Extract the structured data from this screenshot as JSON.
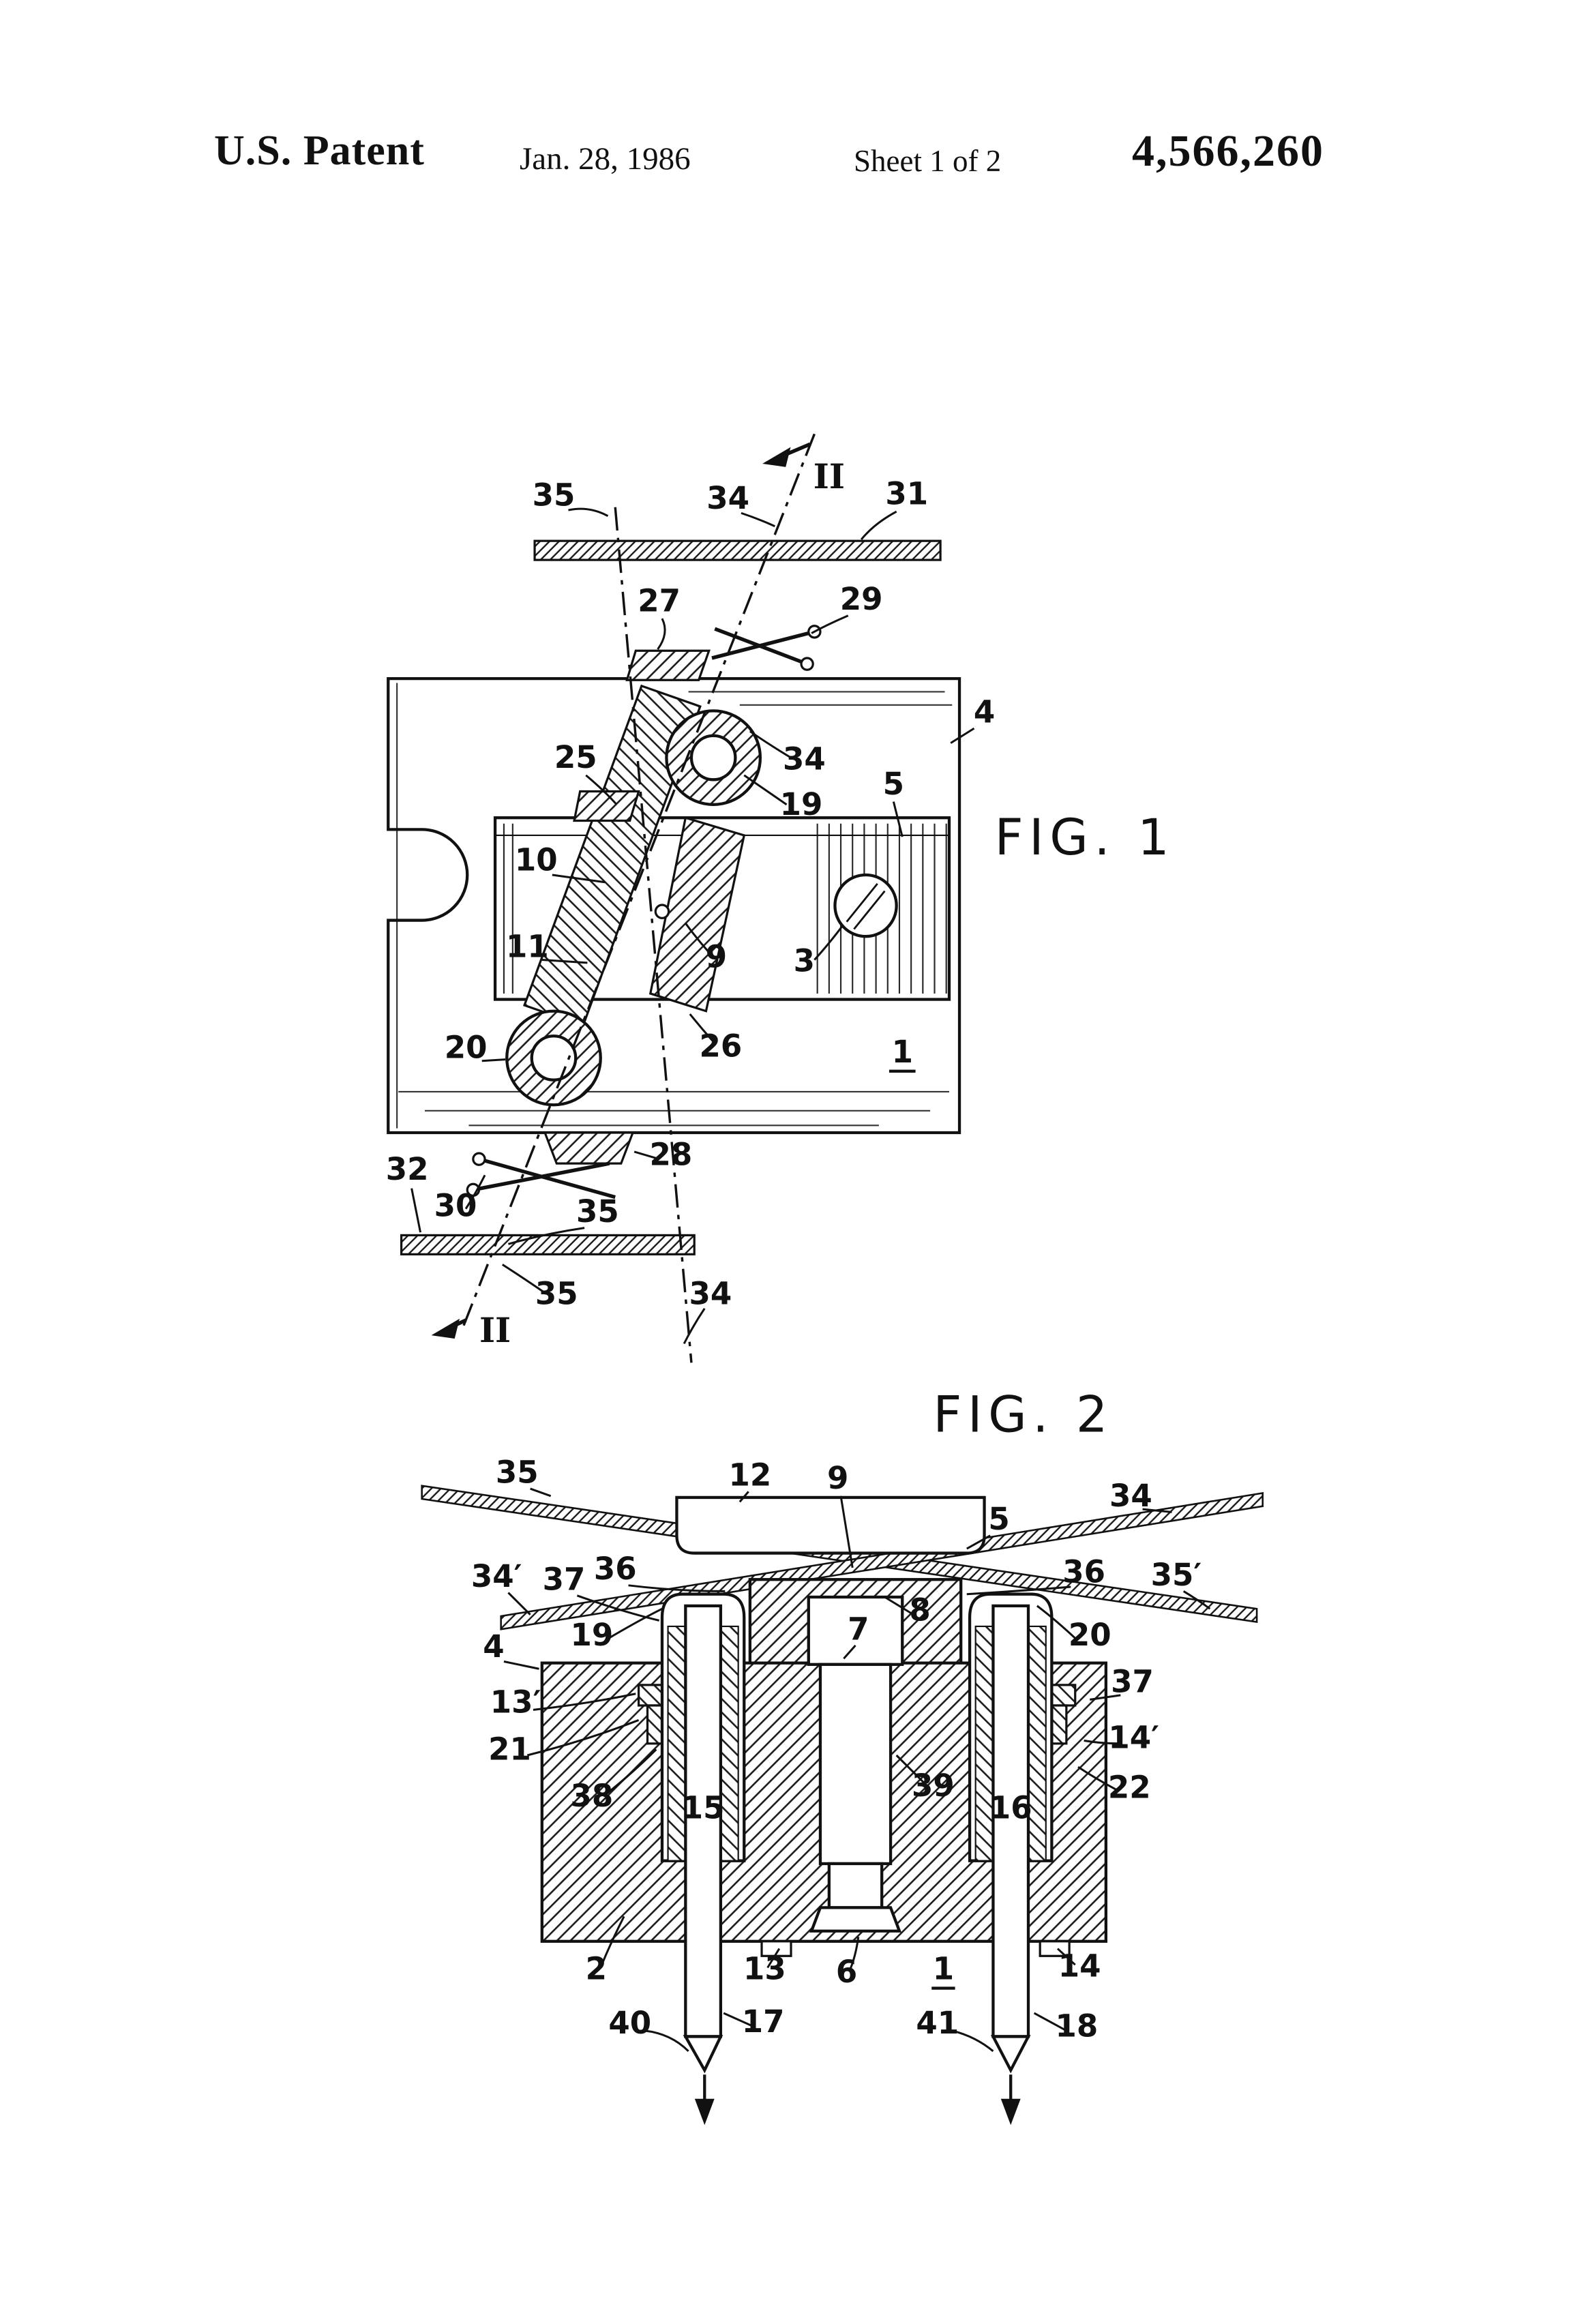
{
  "header": {
    "title": "U.S. Patent",
    "date": "Jan. 28, 1986",
    "sheet": "Sheet 1 of 2",
    "number": "4,566,260"
  },
  "fig1": {
    "label": "FIG. 1",
    "n35_top": "35",
    "n34_top": "34",
    "sec_top": "II",
    "n31": "31",
    "n27": "27",
    "n29": "29",
    "n4": "4",
    "n25": "25",
    "n34_mid": "34",
    "n19": "19",
    "n5": "5",
    "n10": "10",
    "n11": "11",
    "n9": "9",
    "n3": "3",
    "n26": "26",
    "n20": "20",
    "n1": "1",
    "n28": "28",
    "n32": "32",
    "n30": "30",
    "n35_mid": "35",
    "n35_bot": "35",
    "sec_bot": "II",
    "n34_bot": "34"
  },
  "fig2": {
    "label": "FIG. 2",
    "n35": "35",
    "n12": "12",
    "n9": "9",
    "n5": "5",
    "n34": "34",
    "n34p": "34′",
    "n37l": "37",
    "n36l": "36",
    "n8": "8",
    "n36r": "36",
    "n35p": "35′",
    "n4": "4",
    "n19": "19",
    "n7": "7",
    "n20": "20",
    "n13p": "13′",
    "n37r": "37",
    "n21": "21",
    "n14p": "14′",
    "n38": "38",
    "n15": "15",
    "n39": "39",
    "n16": "16",
    "n22": "22",
    "n2": "2",
    "n13": "13",
    "n6": "6",
    "n1": "1",
    "n14": "14",
    "n40": "40",
    "n17": "17",
    "n41": "41",
    "n18": "18"
  }
}
